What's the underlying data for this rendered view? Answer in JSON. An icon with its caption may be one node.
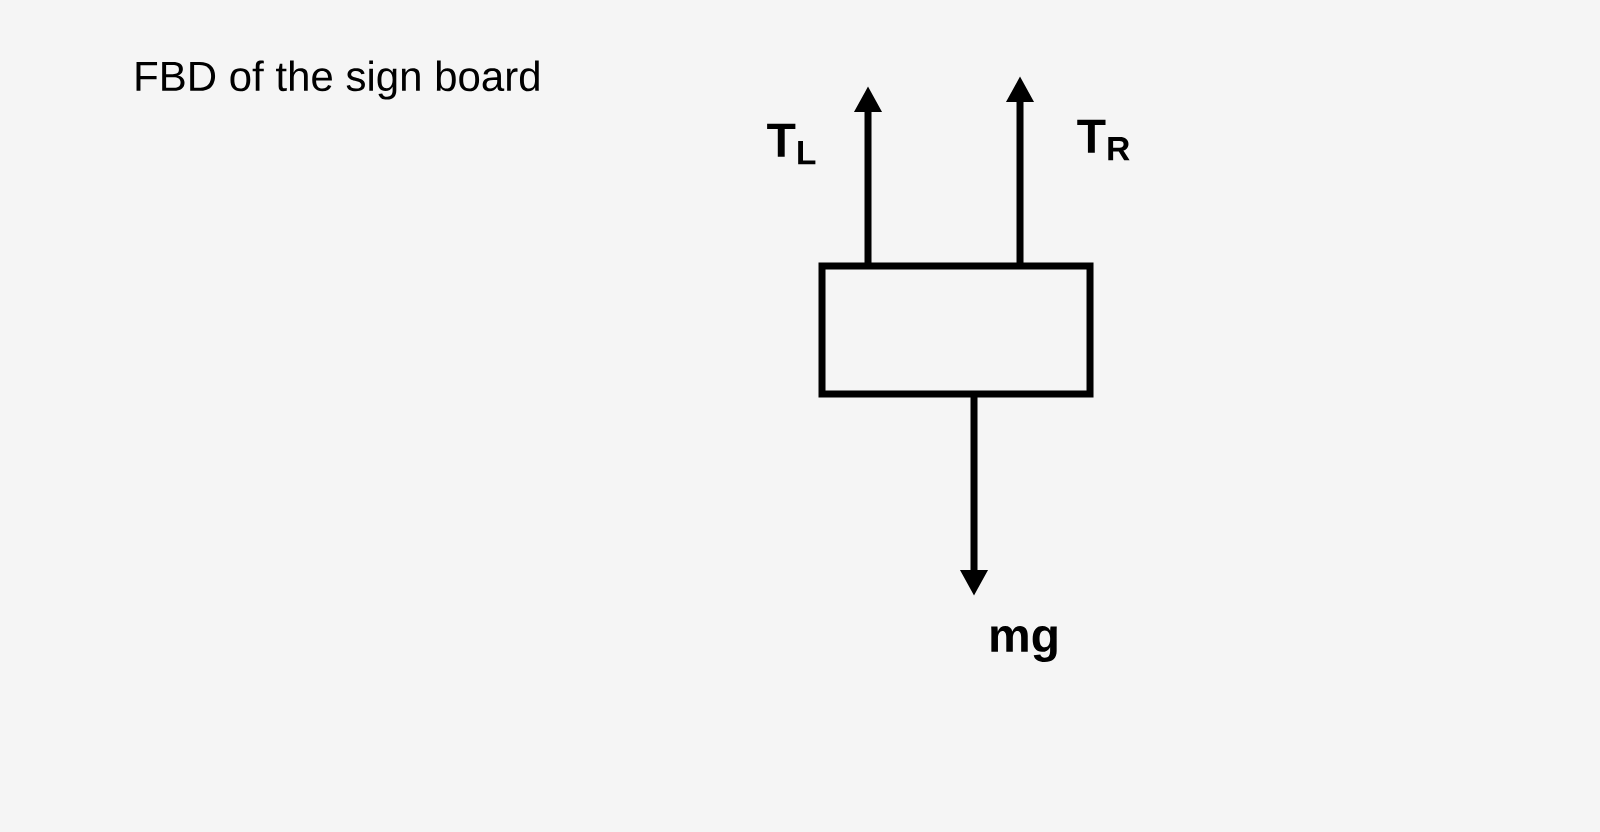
{
  "diagram": {
    "title": "FBD of the sign board",
    "nodes": [
      {
        "text": [],
        "shape": "box"
      }
    ],
    "labels": [
      "T$_{L}$",
      "T$_{R}$",
      "mg"
    ]
  }
}
